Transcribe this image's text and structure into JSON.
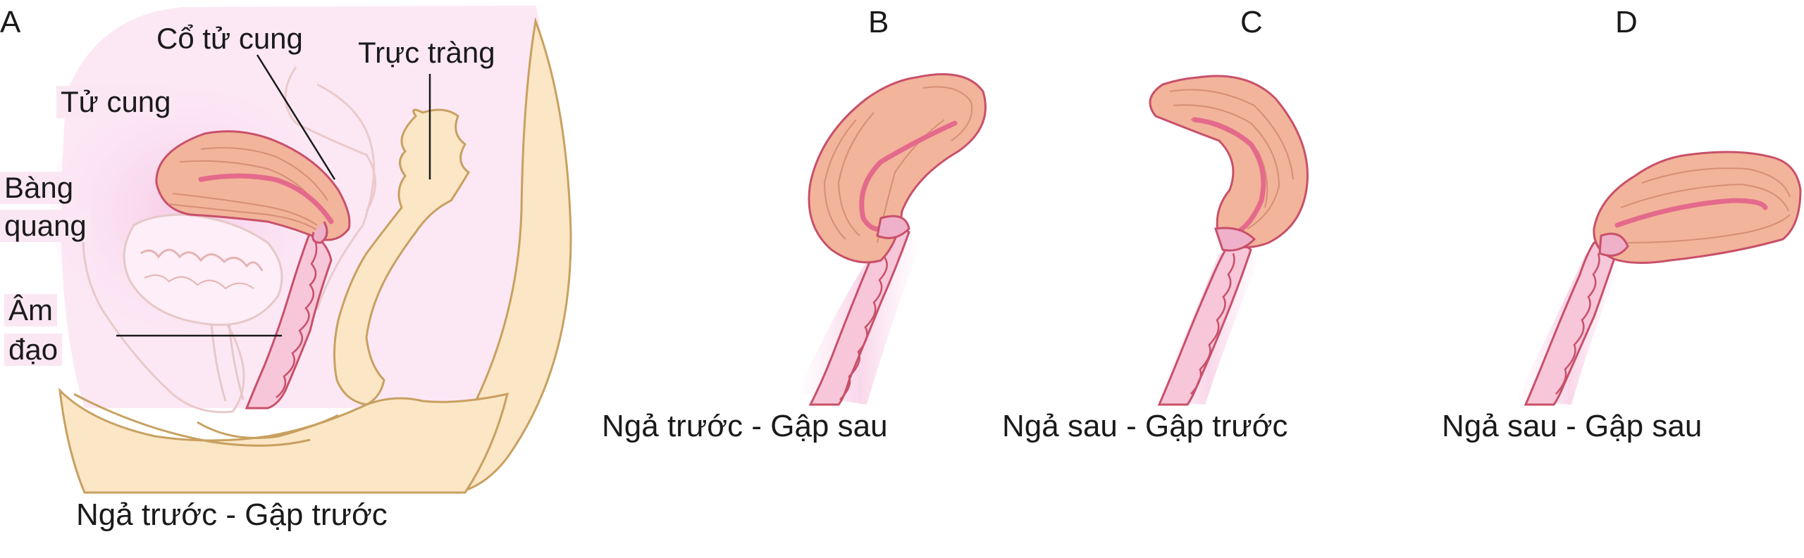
{
  "panels": {
    "A": {
      "letter": "A",
      "caption": "Ngả trước - Gập trước"
    },
    "B": {
      "letter": "B",
      "caption": "Ngả trước - Gập sau"
    },
    "C": {
      "letter": "C",
      "caption": "Ngả sau - Gập trước"
    },
    "D": {
      "letter": "D",
      "caption": "Ngả sau - Gập sau"
    }
  },
  "labels": {
    "cervix": "Cổ tử cung",
    "rectum": "Trực tràng",
    "uterus": "Tử cung",
    "bladder_line1": "Bàng",
    "bladder_line2": "quang",
    "vagina_line1": "Âm",
    "vagina_line2": "đạo"
  },
  "colors": {
    "background_tissue": "#fce8f5",
    "pelvis_skin": "#fbe6c6",
    "pelvis_outline": "#c8a060",
    "uterus_fill": "#f2b49a",
    "uterus_outline": "#c8506a",
    "uterus_lines": "#d78e76",
    "cavity": "#e46a8c",
    "vagina_fill": "#efb0c9",
    "organ_outline": "#e4c4c4"
  }
}
